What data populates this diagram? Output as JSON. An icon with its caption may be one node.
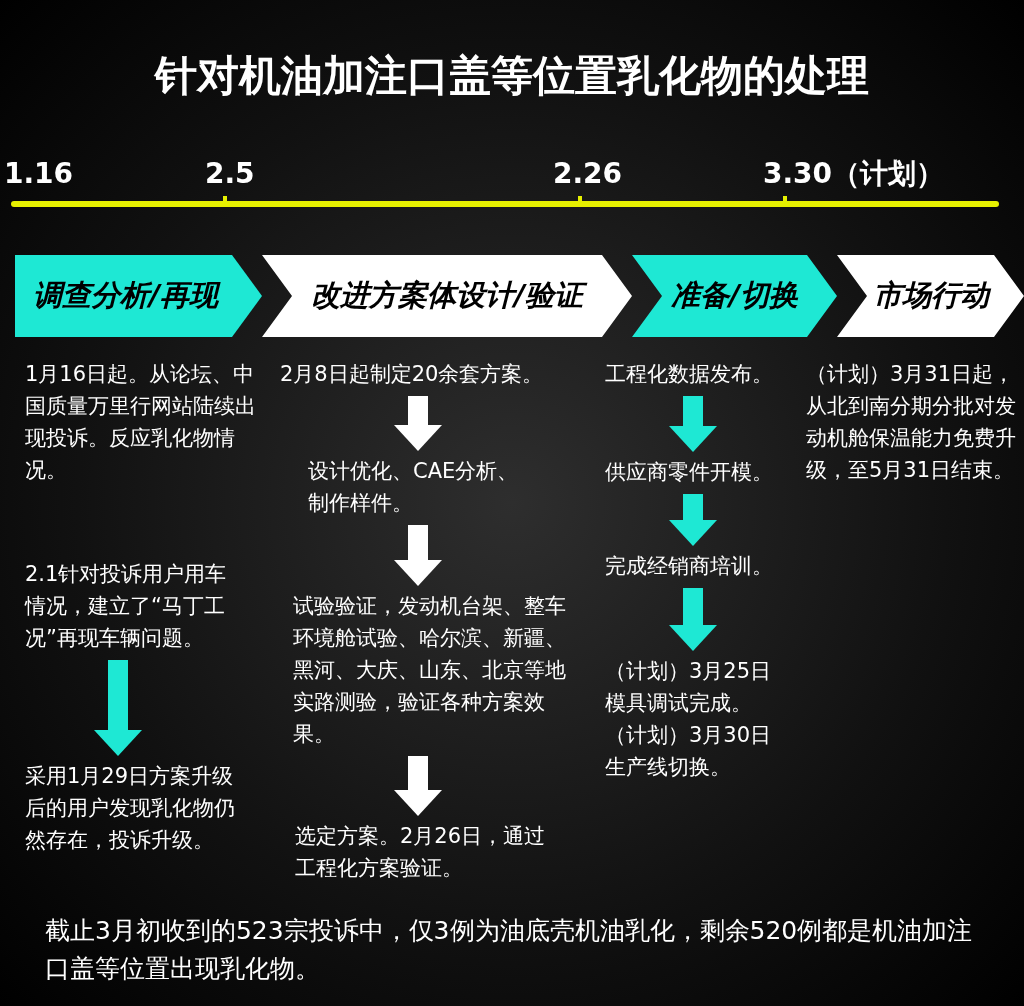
{
  "diagram": {
    "title": "针对机油加注口盖等位置乳化物的处理",
    "nodes": [
      {
        "text": [
          "调查分析/再现"
        ]
      },
      {
        "text": [
          "改进方案体设计/验证"
        ]
      },
      {
        "text": [
          "准备/切换"
        ]
      },
      {
        "text": [
          "市场行动"
        ]
      },
      {
        "text": [
          "2.1针对投诉用户用车情况，建立了“马丁工况”再现车辆问题。"
        ]
      },
      {
        "text": [
          "采用1月29日方案升级后的用户发现乳化物仍然存在，投诉升级。"
        ]
      },
      {
        "text": [
          "2月8日起制定20余套方案。"
        ]
      },
      {
        "text": [
          "设计优化、CAE分析、制作样件。"
        ]
      },
      {
        "text": [
          "试验验证，发动机台架、整车环境舱试验、哈尔滨、新疆、黑河、大庆、山东、北京等地实路测验，验证各种方案效果。"
        ]
      },
      {
        "text": [
          "选定方案。2月26日，通过工程化方案验证。"
        ]
      },
      {
        "text": [
          "工程化数据发布。"
        ]
      },
      {
        "text": [
          "供应商零件开模。"
        ]
      },
      {
        "text": [
          "完成经销商培训。"
        ]
      },
      {
        "text": [
          "（计划）3月25日模具调试完成。",
          "（计划）3月30日生产线切换。"
        ]
      }
    ],
    "edges": [
      {
        "from": 4,
        "to": 5,
        "arrow": "to"
      },
      {
        "from": 6,
        "to": 7,
        "arrow": "to",
        "color": "#ffffff"
      },
      {
        "from": 7,
        "to": 8,
        "arrow": "to",
        "color": "#ffffff"
      },
      {
        "from": 8,
        "to": 9,
        "arrow": "to",
        "color": "#ffffff"
      },
      {
        "from": 10,
        "to": 11,
        "arrow": "to"
      },
      {
        "from": 11,
        "to": 12,
        "arrow": "to"
      },
      {
        "from": 12,
        "to": 13,
        "arrow": "to"
      }
    ],
    "labels": [
      "1.16",
      "2.5",
      "2.26",
      "3.30（计划）",
      "1月16日起。从论坛、中国质量万里行网站陆续出现投诉。反应乳化物情况。",
      "（计划）3月31日起，从北到南分期分批对发动机舱保温能力免费升级，至5月31日结束。"
    ],
    "caption": "截止3月初收到的523宗投诉中，仅3例为油底壳机油乳化，剩余520例都是机油加注口盖等位置出现乳化物。"
  }
}
